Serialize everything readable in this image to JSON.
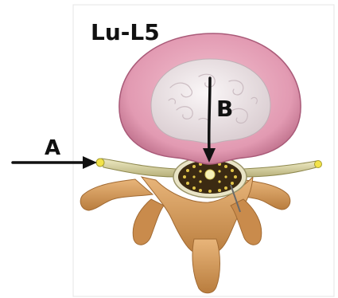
{
  "title": "Lu-L5",
  "labels": {
    "a": "A",
    "b": "B"
  },
  "colors": {
    "annulus": "#d98ea6",
    "annulus_edge": "#b0607c",
    "nucleus": "#ece4e6",
    "bone": "#d29a58",
    "bone_dark": "#9a6630",
    "nerve": "#d7d2a0",
    "cord": "#3a2a10",
    "ink": "#111111"
  },
  "icons": {
    "arrow_a": "arrow-right-icon",
    "arrow_b": "arrow-down-icon"
  }
}
